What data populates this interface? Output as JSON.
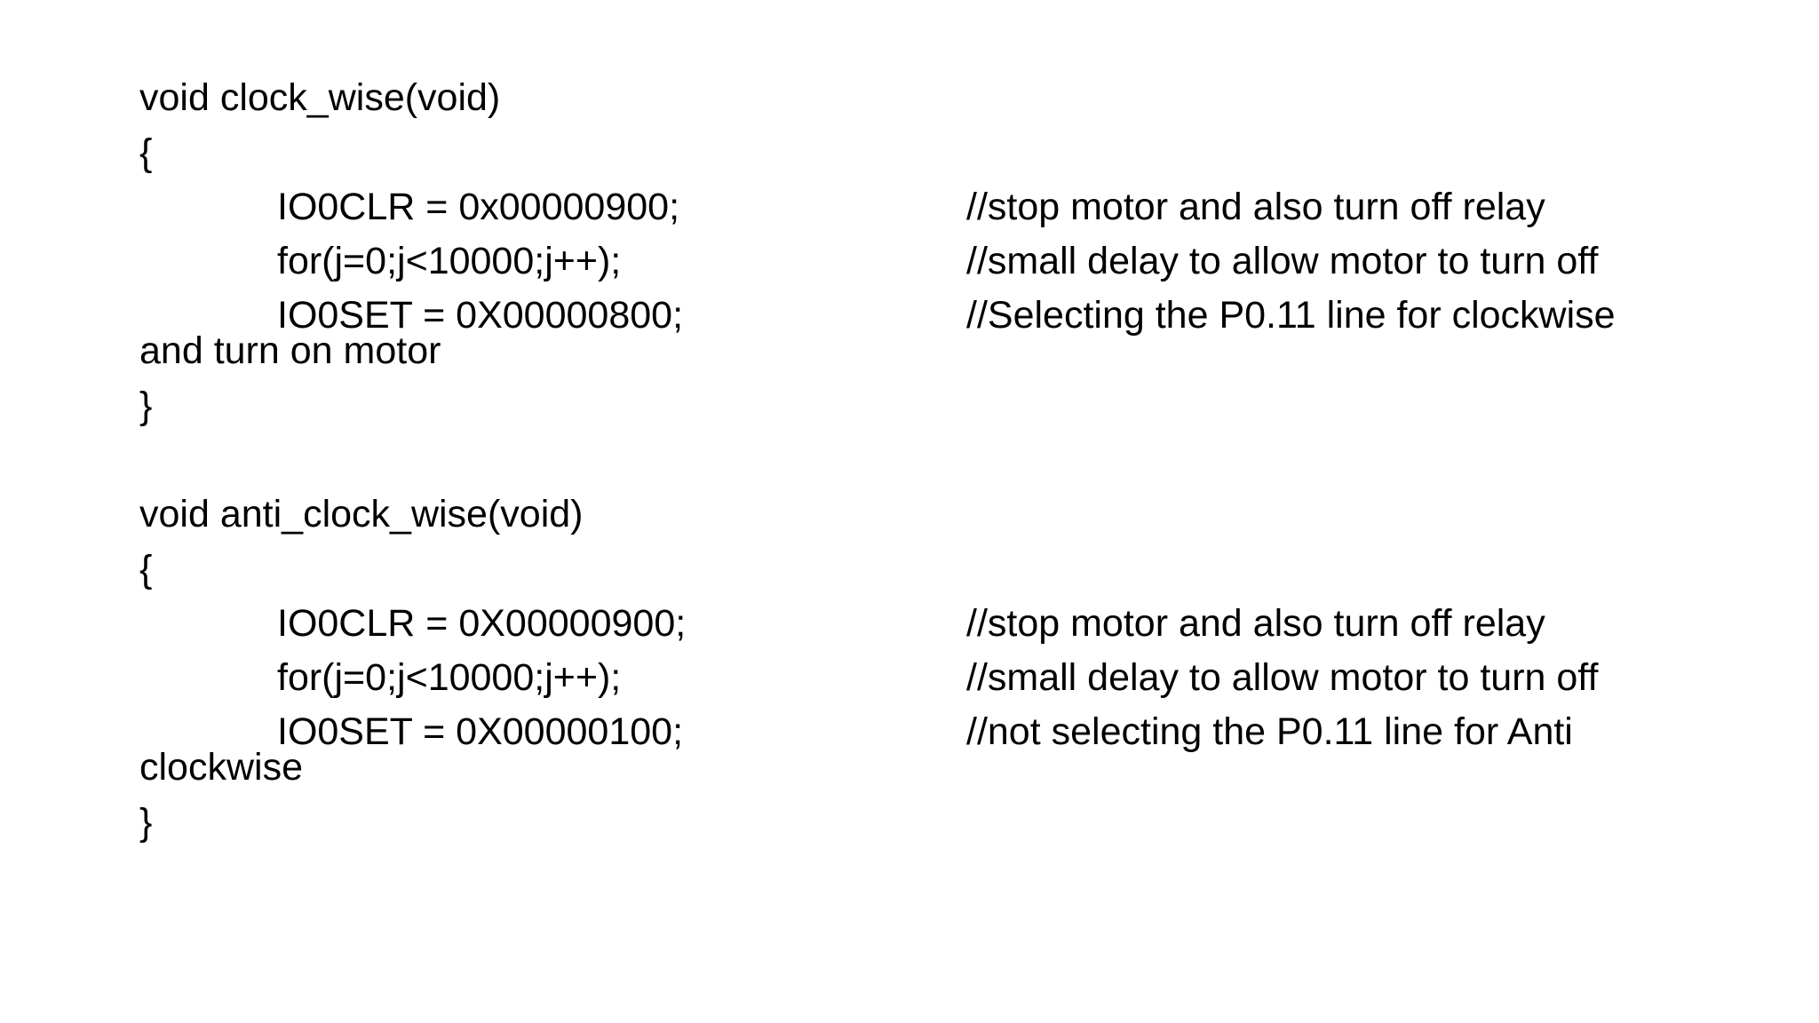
{
  "block1": {
    "signature": "void clock_wise(void)",
    "open_brace": "{",
    "statements": [
      {
        "code": "IO0CLR = 0x00000900;",
        "comment": "//stop motor and also turn off relay"
      },
      {
        "code": "for(j=0;j<10000;j++);",
        "comment": "//small delay to allow motor to turn off"
      },
      {
        "code": "IO0SET = 0X00000800;",
        "comment": "//Selecting the P0.11 line for clockwise"
      }
    ],
    "wrap": "and turn on motor",
    "close_brace": "}"
  },
  "block2": {
    "signature": "void anti_clock_wise(void)",
    "open_brace": "{",
    "statements": [
      {
        "code": "IO0CLR = 0X00000900;",
        "comment": "//stop motor and also turn off relay"
      },
      {
        "code": "for(j=0;j<10000;j++);",
        "comment": "//small delay to allow motor to turn off"
      },
      {
        "code": "IO0SET = 0X00000100;",
        "comment": "//not selecting the P0.11 line for Anti"
      }
    ],
    "wrap": "clockwise",
    "close_brace": "}"
  }
}
